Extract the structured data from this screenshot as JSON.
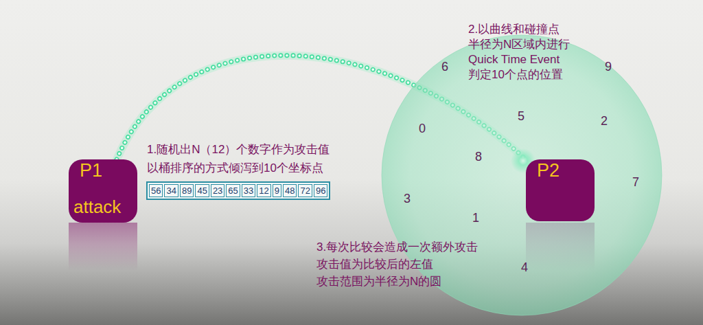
{
  "diagram": {
    "nodes": [
      {
        "text": [
          "P1",
          "attack"
        ]
      },
      {
        "text": [
          "2.以曲线和碰撞点 半径为N区域内进行 Quick Time Event 判定10个点的位置",
          "6",
          "9",
          "5",
          "2",
          "0",
          "8",
          "7",
          "3",
          "1",
          "4"
        ]
      },
      {
        "text": [
          "P2"
        ],
        "in": 1
      }
    ],
    "edges": [
      {
        "from": 0,
        "to": 2,
        "arrow": "none"
      }
    ],
    "labels": [
      "1.随机出N（12）个数字作为攻击值 以桶排序的方式倾泻到10个坐标点",
      "56",
      "34",
      "89",
      "45",
      "23",
      "65",
      "33",
      "12",
      "9",
      "48",
      "72",
      "96",
      "3.每次比较会造成一次额外攻击 攻击值为比较后的左值 攻击范围为半径为N的圆"
    ]
  }
}
